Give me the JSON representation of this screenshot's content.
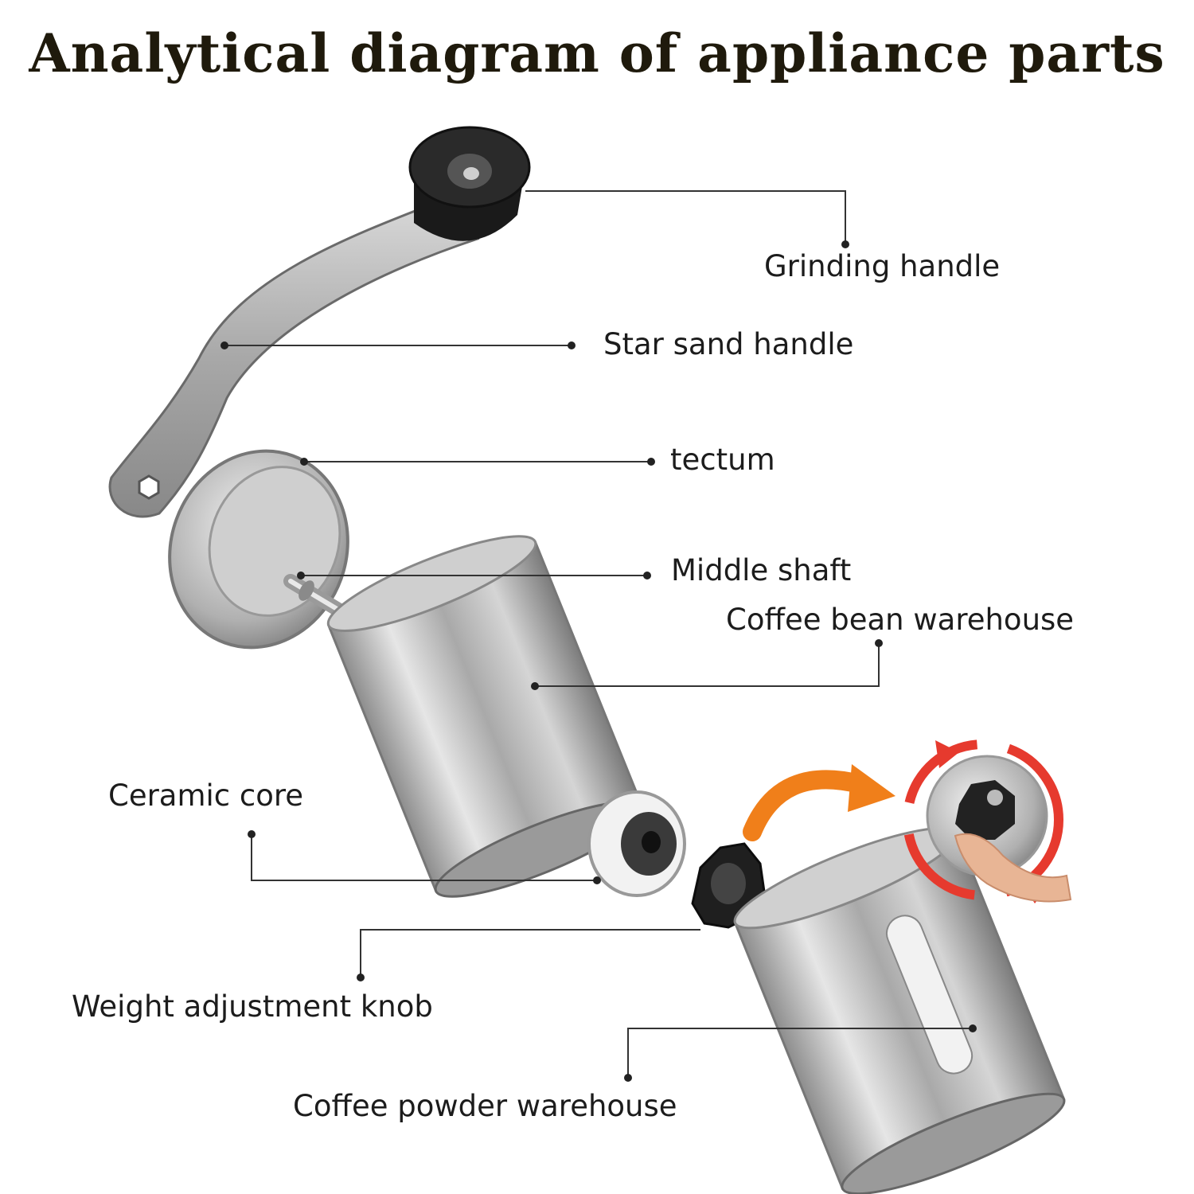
{
  "title": "Analytical diagram of appliance parts",
  "labels": {
    "grinding_handle": "Grinding handle",
    "star_sand_handle": "Star sand handle",
    "tectum": "tectum",
    "middle_shaft": "Middle shaft",
    "coffee_bean_warehouse": "Coffee bean warehouse",
    "ceramic_core": "Ceramic core",
    "weight_adjustment_knob": "Weight adjustment knob",
    "coffee_powder_warehouse": "Coffee powder warehouse"
  },
  "colors": {
    "title": "#1f1a0c",
    "text": "#1c1c1c",
    "leader_line": "#333333",
    "steel": "#b9b9b9",
    "black_plastic": "#1a1a1a",
    "arrow_orange": "#f07f1a",
    "arrow_red": "#e63a2e"
  }
}
